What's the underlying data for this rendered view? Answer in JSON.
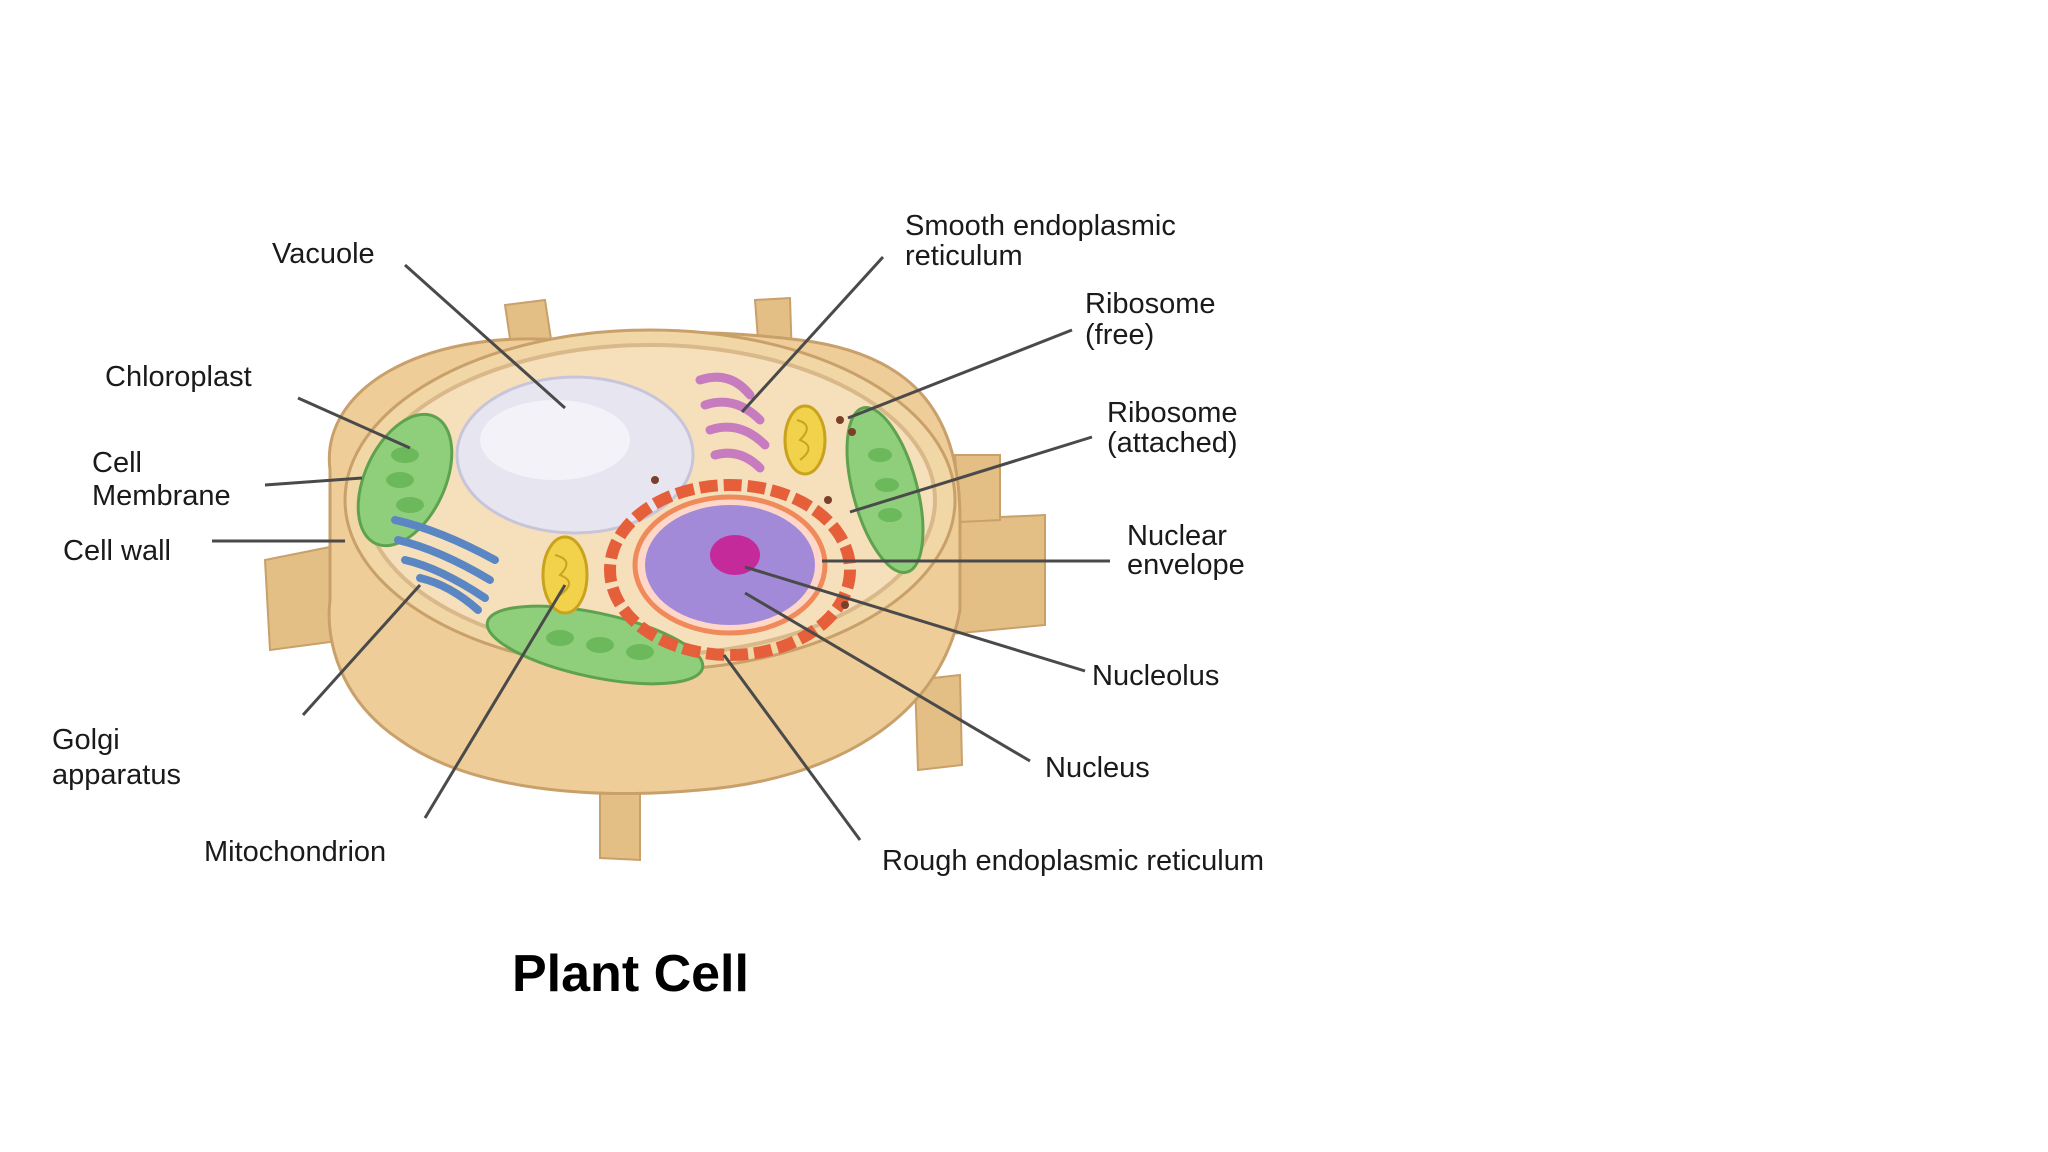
{
  "title": "Plant Cell",
  "labels": {
    "vacuole": "Vacuole",
    "chloroplast": "Chloroplast",
    "cell_membrane": [
      "Cell",
      "Membrane"
    ],
    "cell_wall": "Cell wall",
    "golgi": [
      "Golgi",
      "apparatus"
    ],
    "mitochondrion": "Mitochondrion",
    "smooth_er": [
      "Smooth endoplasmic",
      "reticulum"
    ],
    "ribosome_free": [
      "Ribosome",
      "(free)"
    ],
    "ribosome_attached": [
      "Ribosome",
      "(attached)"
    ],
    "nuclear_envelope": [
      "Nuclear",
      "envelope"
    ],
    "nucleolus": "Nucleolus",
    "nucleus": "Nucleus",
    "rough_er": "Rough endoplasmic reticulum"
  },
  "colors": {
    "cell_wall": "#e8c794",
    "cytoplasm": "#f4dcb4",
    "vacuole": "#e7e6f0",
    "chloroplast": "#8fcf7c",
    "golgi": "#5a86c4",
    "mitochondrion": "#f1d24a",
    "smooth_er": "#c77cc0",
    "rough_er": "#e5603a",
    "nucleus": "#a28ad8",
    "nucleolus": "#c42a9a",
    "leader": "#4a4a4a",
    "text": "#1a1a1a"
  }
}
